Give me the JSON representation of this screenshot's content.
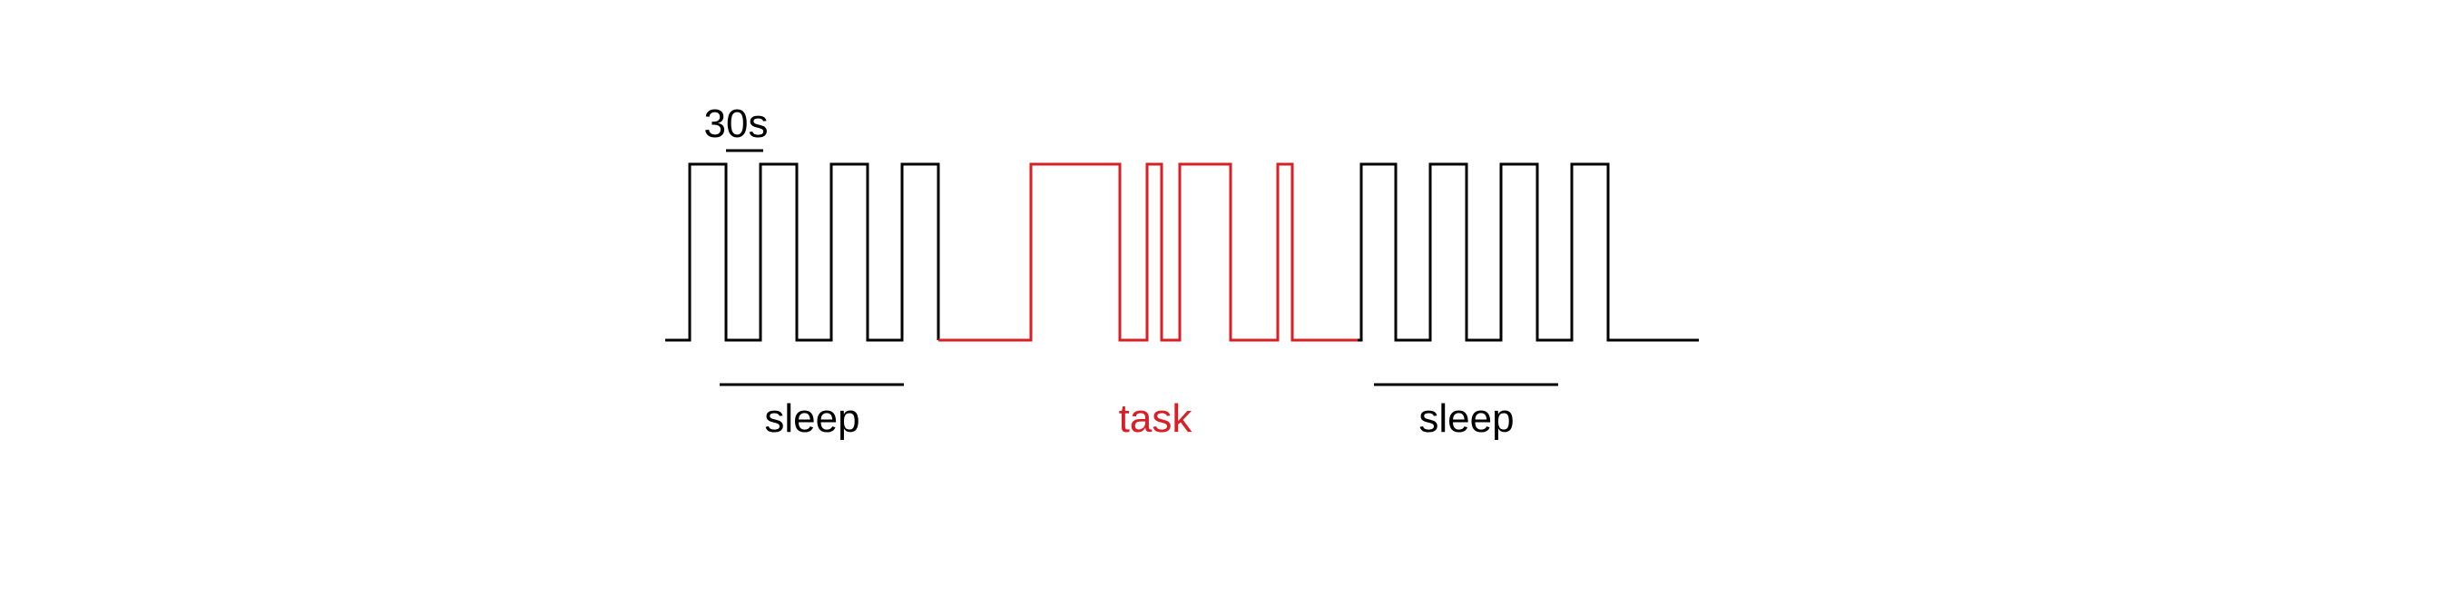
{
  "scale_label": "30s",
  "phases": [
    {
      "label": "sleep",
      "color": "#000000"
    },
    {
      "label": "task",
      "color": "#d91f26"
    },
    {
      "label": "sleep",
      "color": "#000000"
    }
  ],
  "colors": {
    "baseline": "#000000",
    "task": "#d91f26"
  }
}
